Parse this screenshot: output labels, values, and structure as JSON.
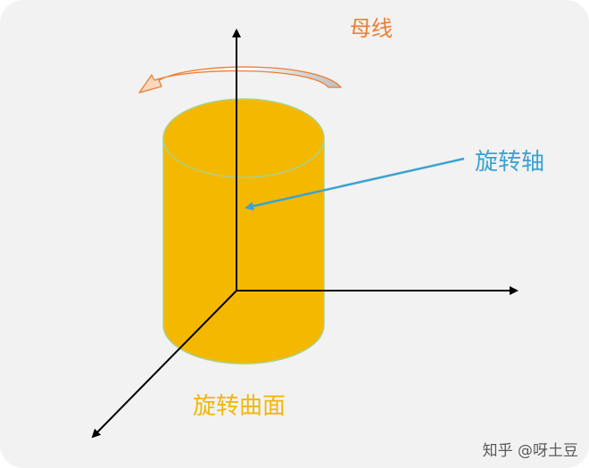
{
  "labels": {
    "generatrix": "母线",
    "rotation_axis": "旋转轴",
    "surface_of_revolution": "旋转曲面"
  },
  "watermark": "知乎 @呀土豆",
  "colors": {
    "background": "#f2f2f2",
    "cylinder_fill": "#f5b800",
    "cylinder_outline": "#a9d18e",
    "axis_lines": "#000000",
    "axis_pointer": "#3aa3d1",
    "generatrix_label": "#ed7d31",
    "rotation_arrow": "#ed7d31",
    "surface_label": "#f2b705"
  }
}
